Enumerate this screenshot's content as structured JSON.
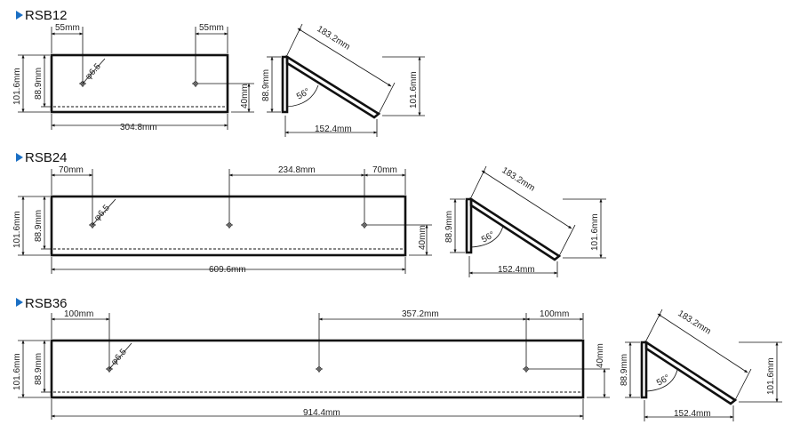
{
  "sections": [
    {
      "title": "RSB12",
      "front": {
        "left_offset": "55mm",
        "right_offset": "55mm",
        "hole": "φ6.5",
        "inner_height": "88.9mm",
        "outer_height": "101.6mm",
        "hole_height": "40mm",
        "length": "304.8mm"
      },
      "side": {
        "slant": "183.2mm",
        "height_left": "88.9mm",
        "height_right": "101.6mm",
        "angle": "56°",
        "base": "152.4mm"
      }
    },
    {
      "title": "RSB24",
      "front": {
        "left_offset": "70mm",
        "center_spacing": "234.8mm",
        "right_offset": "70mm",
        "hole": "φ6.5",
        "inner_height": "88.9mm",
        "outer_height": "101.6mm",
        "hole_height": "40mm",
        "length": "609.6mm"
      },
      "side": {
        "slant": "183.2mm",
        "height_left": "88.9mm",
        "height_right": "101.6mm",
        "angle": "56°",
        "base": "152.4mm"
      }
    },
    {
      "title": "RSB36",
      "front": {
        "left_offset": "100mm",
        "center_spacing": "357.2mm",
        "right_offset": "100mm",
        "hole": "φ6.5",
        "inner_height": "88.9mm",
        "outer_height": "101.6mm",
        "hole_height": "40mm",
        "length": "914.4mm"
      },
      "side": {
        "slant": "183.2mm",
        "height_left": "88.9mm",
        "height_right": "101.6mm",
        "angle": "56°",
        "base": "152.4mm"
      }
    }
  ],
  "colors": {
    "marker": "#1a6fc4",
    "line": "#111111"
  }
}
